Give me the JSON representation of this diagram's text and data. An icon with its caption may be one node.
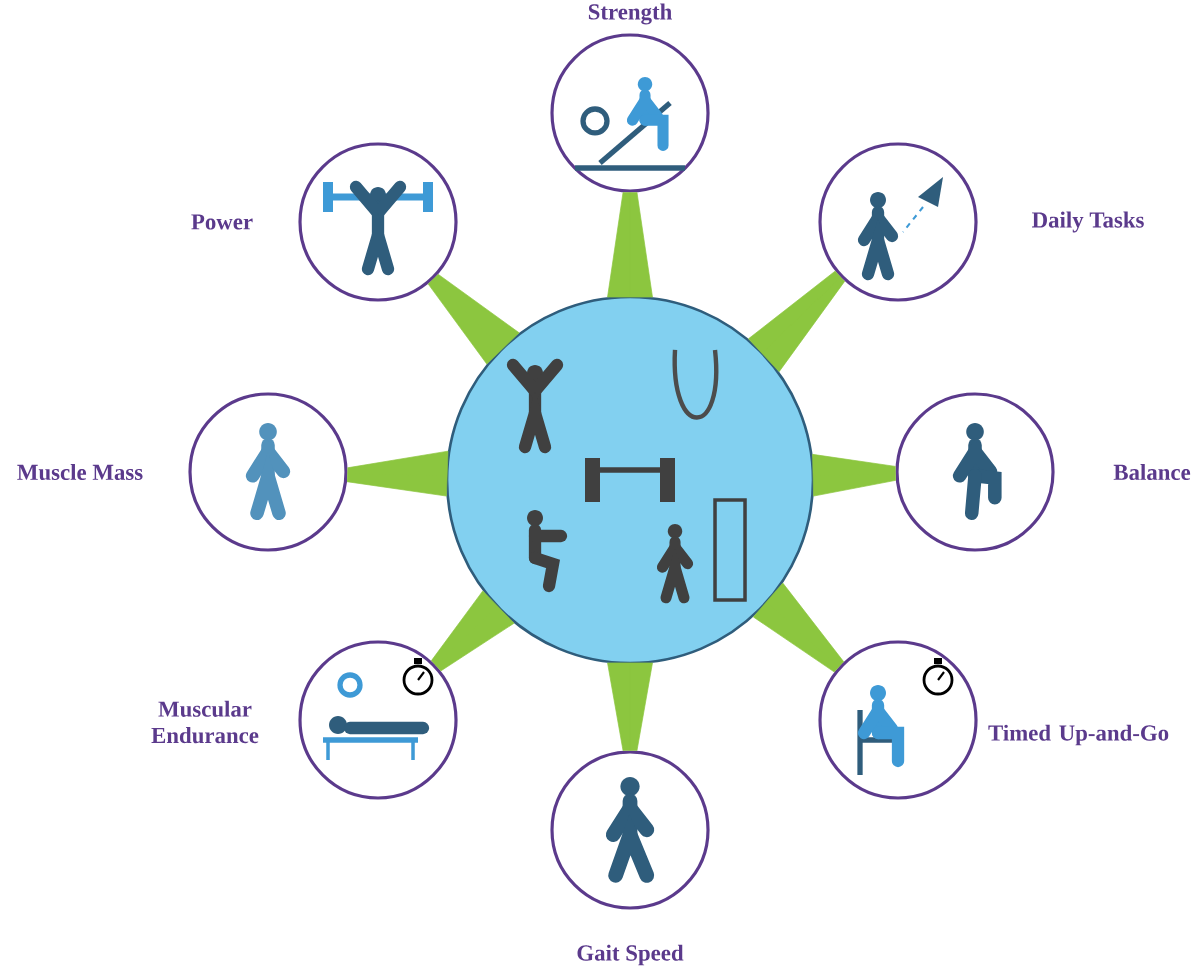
{
  "diagram": {
    "nodes": [
      {
        "text": [],
        "shape": "circle"
      },
      {
        "text": [
          "Strength"
        ]
      },
      {
        "text": [
          "Power"
        ]
      },
      {
        "text": [
          "Daily Tasks"
        ]
      },
      {
        "text": [
          "Muscle Mass"
        ]
      },
      {
        "text": [
          "Balance"
        ]
      },
      {
        "text": [
          "Muscular Endurance"
        ]
      },
      {
        "text": [
          "Timed Up-and-Go"
        ]
      },
      {
        "text": [
          "Gait Speed"
        ]
      }
    ],
    "edges": [
      {
        "from": 0,
        "to": 1,
        "arrow": "none"
      },
      {
        "from": 0,
        "to": 2,
        "arrow": "none"
      },
      {
        "from": 0,
        "to": 3,
        "arrow": "none"
      },
      {
        "from": 0,
        "to": 4,
        "arrow": "none"
      },
      {
        "from": 0,
        "to": 5,
        "arrow": "none"
      },
      {
        "from": 0,
        "to": 6,
        "arrow": "none"
      },
      {
        "from": 0,
        "to": 7,
        "arrow": "none"
      },
      {
        "from": 0,
        "to": 8,
        "arrow": "none"
      }
    ]
  }
}
